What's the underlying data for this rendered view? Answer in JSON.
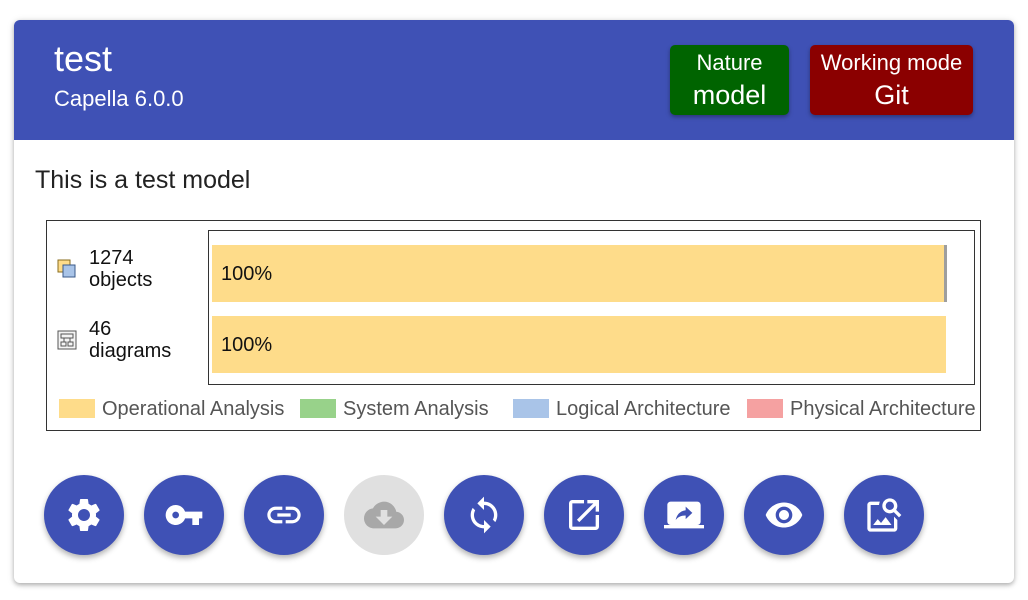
{
  "project": {
    "title": "test",
    "version": "Capella 6.0.0",
    "description": "This is a test model"
  },
  "badges": {
    "nature": {
      "label": "Nature",
      "value": "model",
      "color": "#006400"
    },
    "working_mode": {
      "label": "Working mode",
      "value": "Git",
      "color": "#8b0000"
    }
  },
  "stats": {
    "objects": {
      "count_label": "1274",
      "unit_label": "objects",
      "percent_label": "100%",
      "fraction": 1.0
    },
    "diagrams": {
      "count_label": "46",
      "unit_label": "diagrams",
      "percent_label": "100%",
      "fraction": 1.0
    }
  },
  "chart_data": {
    "type": "bar",
    "orientation": "horizontal",
    "stacked": true,
    "categories": [
      "1274 objects",
      "46 diagrams"
    ],
    "series": [
      {
        "name": "Operational Analysis",
        "values": [
          100,
          100
        ],
        "color": "#fedc8a"
      },
      {
        "name": "System Analysis",
        "values": [
          0,
          0
        ],
        "color": "#98d28a"
      },
      {
        "name": "Logical Architecture",
        "values": [
          0,
          0
        ],
        "color": "#a9c4e8"
      },
      {
        "name": "Physical Architecture",
        "values": [
          0,
          0
        ],
        "color": "#f5a1a1"
      }
    ],
    "data_labels": [
      "100%",
      "100%"
    ],
    "legend": "bottom"
  },
  "legend": [
    {
      "label": "Operational Analysis",
      "color": "#fedc8a"
    },
    {
      "label": "System Analysis",
      "color": "#98d28a"
    },
    {
      "label": "Logical Architecture",
      "color": "#a9c4e8"
    },
    {
      "label": "Physical Architecture",
      "color": "#f5a1a1"
    }
  ],
  "actions": [
    {
      "icon": "gear-icon",
      "disabled": false
    },
    {
      "icon": "key-icon",
      "disabled": false
    },
    {
      "icon": "link-icon",
      "disabled": false
    },
    {
      "icon": "cloud-download-icon",
      "disabled": true
    },
    {
      "icon": "sync-icon",
      "disabled": false
    },
    {
      "icon": "open-in-new-icon",
      "disabled": false
    },
    {
      "icon": "screen-share-icon",
      "disabled": false
    },
    {
      "icon": "eye-icon",
      "disabled": false
    },
    {
      "icon": "image-search-icon",
      "disabled": false
    }
  ],
  "colors": {
    "primary": "#3f51b5",
    "disabled": "#e0e0e0"
  }
}
